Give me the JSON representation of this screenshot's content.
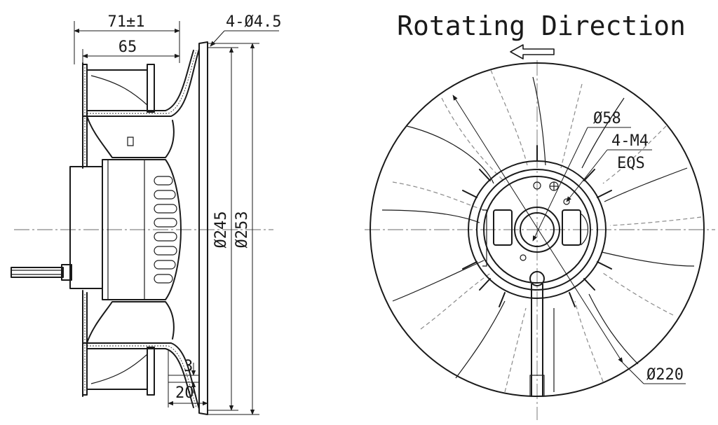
{
  "title": "Rotating Direction",
  "side_view": {
    "dim_overall_length": "71±1",
    "dim_length": "65",
    "dim_mount_holes": "4-Ø4.5",
    "dim_inner_dia": "Ø245",
    "dim_outer_dia": "Ø253",
    "dim_thickness": "3",
    "dim_offset": "20"
  },
  "front_view": {
    "dim_hub": "Ø58",
    "dim_threads": "4-M4",
    "dim_threads_spec": "EQS",
    "dim_impeller": "Ø220"
  },
  "colors": {
    "line": "#1a1a1a",
    "center_line": "#6a6a6a",
    "background": "#ffffff"
  },
  "icons": {
    "rotation_arrow": "arrow-left-icon"
  }
}
